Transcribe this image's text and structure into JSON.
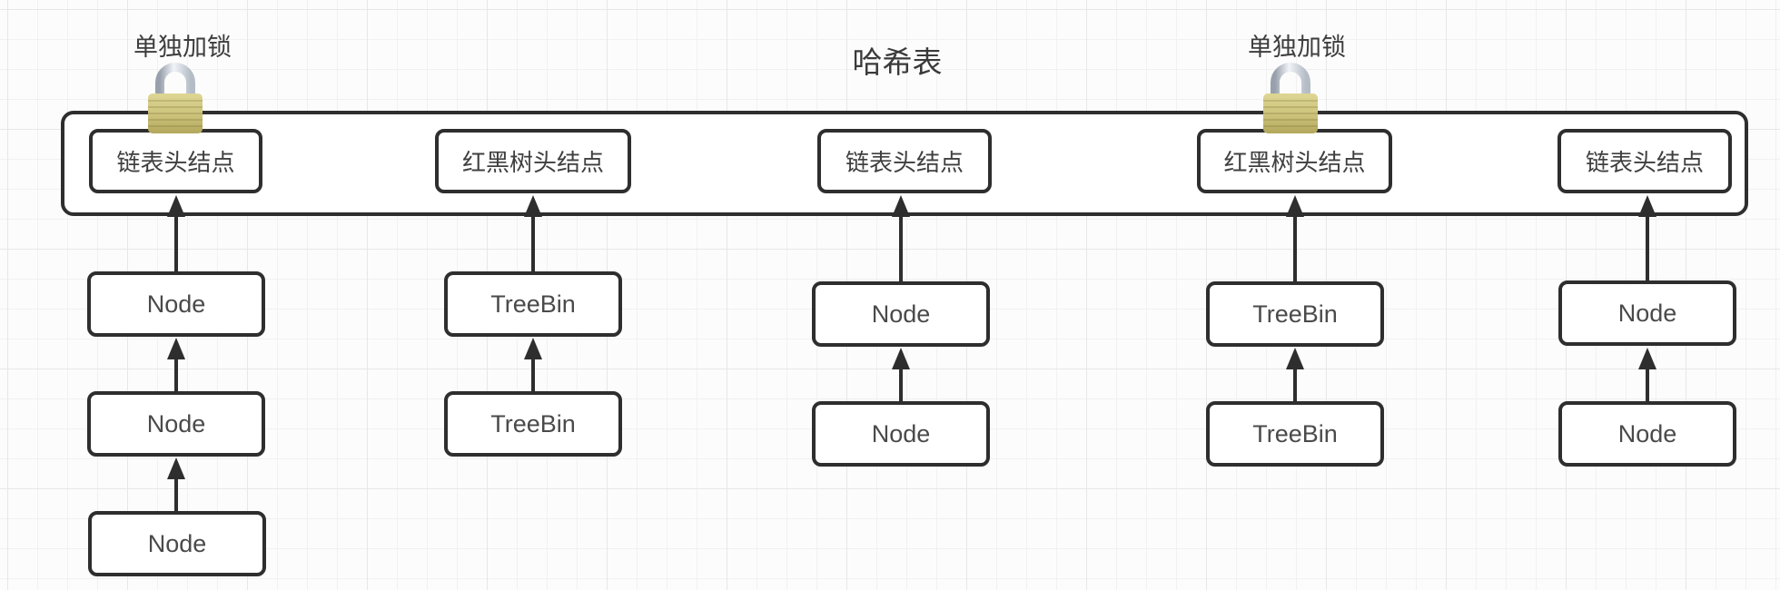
{
  "title": "哈希表",
  "locks": [
    {
      "label": "单独加锁",
      "icon": "padlock-icon",
      "over_bucket": 1
    },
    {
      "label": "单独加锁",
      "icon": "padlock-icon",
      "over_bucket": 4
    }
  ],
  "buckets": [
    {
      "header": "链表头结点",
      "type": "linked-list",
      "locked": true,
      "nodes": [
        "Node",
        "Node",
        "Node"
      ]
    },
    {
      "header": "红黑树头结点",
      "type": "red-black-tree",
      "locked": false,
      "nodes": [
        "TreeBin",
        "TreeBin"
      ]
    },
    {
      "header": "链表头结点",
      "type": "linked-list",
      "locked": false,
      "nodes": [
        "Node",
        "Node"
      ]
    },
    {
      "header": "红黑树头结点",
      "type": "red-black-tree",
      "locked": true,
      "nodes": [
        "TreeBin",
        "TreeBin"
      ]
    },
    {
      "header": "链表头结点",
      "type": "linked-list",
      "locked": false,
      "nodes": [
        "Node",
        "Node"
      ]
    }
  ],
  "colors": {
    "outline": "#2e2e2e",
    "arrow": "#2e2e2e",
    "shape_fill": "#ffffff",
    "text": "#4a4a4a",
    "grid_minor": "#f1f1f1",
    "grid_major": "#e7e7e7",
    "lock_body_gold": "#ccc27a",
    "lock_shackle_silver": "#c3cad3"
  }
}
